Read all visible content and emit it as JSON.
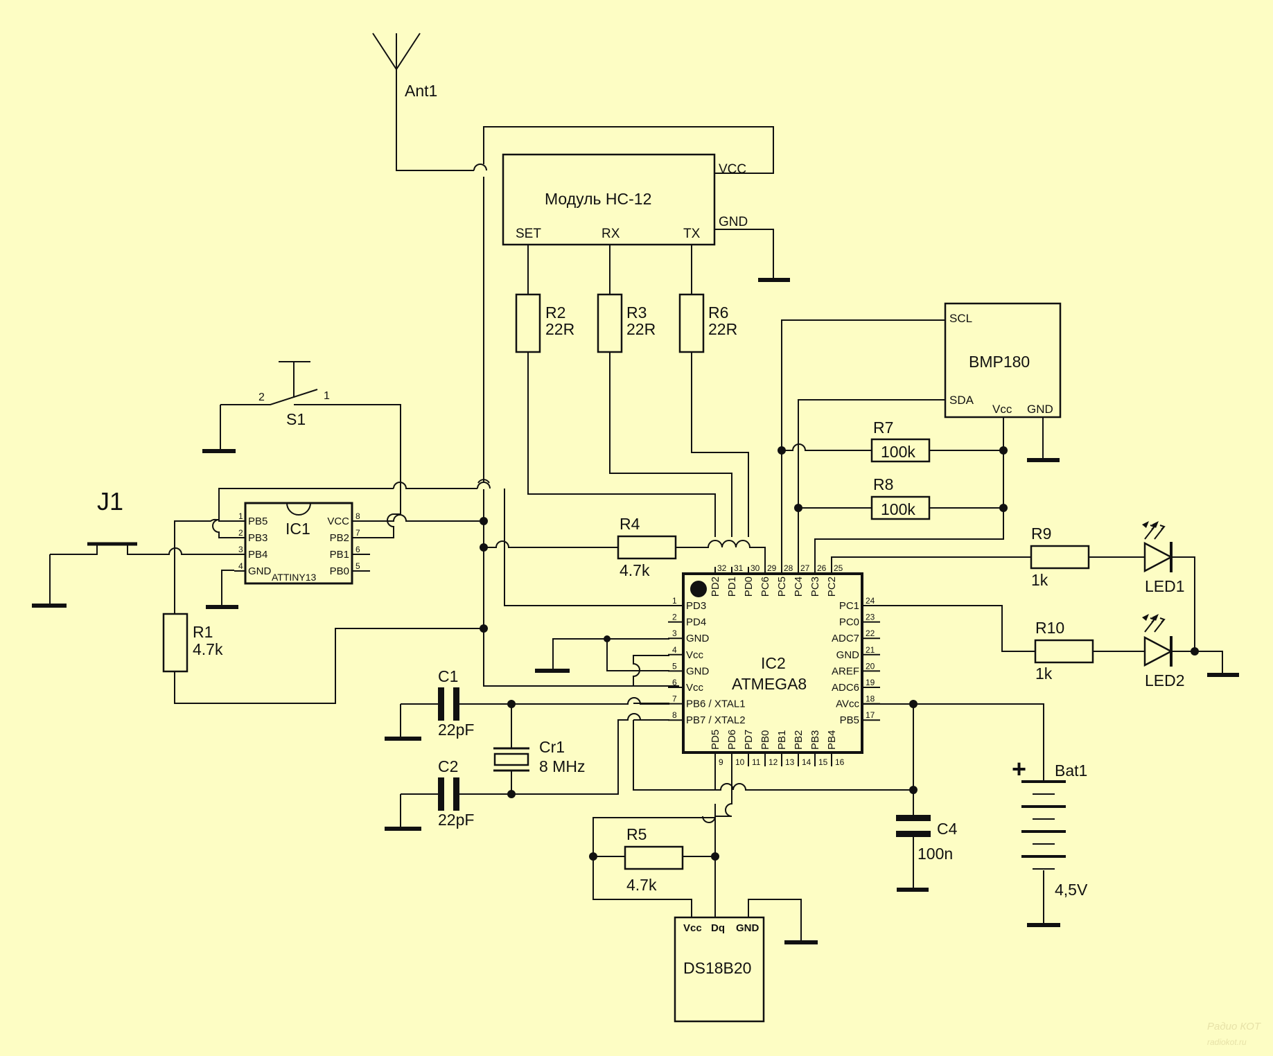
{
  "colors": {
    "background": "#fdfdc4",
    "ink": "#111111"
  },
  "antenna": {
    "ref": "Ant1"
  },
  "hc12": {
    "title": "Модуль HC-12",
    "pins": {
      "vcc": "VCC",
      "gnd": "GND",
      "set": "SET",
      "rx": "RX",
      "tx": "TX"
    }
  },
  "bmp180": {
    "title": "BMP180",
    "pins": {
      "scl": "SCL",
      "sda": "SDA",
      "vcc": "Vcc",
      "gnd": "GND"
    }
  },
  "ic1": {
    "ref": "IC1",
    "part": "ATTINY13",
    "left_pins": [
      {
        "num": "1",
        "name": "PB5"
      },
      {
        "num": "2",
        "name": "PB3"
      },
      {
        "num": "3",
        "name": "PB4"
      },
      {
        "num": "4",
        "name": "GND"
      }
    ],
    "right_pins": [
      {
        "num": "8",
        "name": "VCC"
      },
      {
        "num": "7",
        "name": "PB2"
      },
      {
        "num": "6",
        "name": "PB1"
      },
      {
        "num": "5",
        "name": "PB0"
      }
    ]
  },
  "ic2": {
    "ref": "IC2",
    "part": "ATMEGA8",
    "left_pins": [
      {
        "num": "1",
        "name": "PD3"
      },
      {
        "num": "2",
        "name": "PD4"
      },
      {
        "num": "3",
        "name": "GND"
      },
      {
        "num": "4",
        "name": "Vcc"
      },
      {
        "num": "5",
        "name": "GND"
      },
      {
        "num": "6",
        "name": "Vcc"
      },
      {
        "num": "7",
        "name": "PB6 / XTAL1"
      },
      {
        "num": "8",
        "name": "PB7 / XTAL2"
      }
    ],
    "right_pins": [
      {
        "num": "24",
        "name": "PC1"
      },
      {
        "num": "23",
        "name": "PC0"
      },
      {
        "num": "22",
        "name": "ADC7"
      },
      {
        "num": "21",
        "name": "GND"
      },
      {
        "num": "20",
        "name": "AREF"
      },
      {
        "num": "19",
        "name": "ADC6"
      },
      {
        "num": "18",
        "name": "AVcc"
      },
      {
        "num": "17",
        "name": "PB5"
      }
    ],
    "top_pins": [
      {
        "num": "32",
        "name": "PD2"
      },
      {
        "num": "31",
        "name": "PD1"
      },
      {
        "num": "30",
        "name": "PD0"
      },
      {
        "num": "29",
        "name": "PC6"
      },
      {
        "num": "28",
        "name": "PC5"
      },
      {
        "num": "27",
        "name": "PC4"
      },
      {
        "num": "26",
        "name": "PC3"
      },
      {
        "num": "25",
        "name": "PC2"
      }
    ],
    "bottom_pins": [
      {
        "num": "9",
        "name": "PD5"
      },
      {
        "num": "10",
        "name": "PD6"
      },
      {
        "num": "11",
        "name": "PD7"
      },
      {
        "num": "12",
        "name": "PB0"
      },
      {
        "num": "13",
        "name": "PB1"
      },
      {
        "num": "14",
        "name": "PB2"
      },
      {
        "num": "15",
        "name": "PB3"
      },
      {
        "num": "16",
        "name": "PB4"
      }
    ]
  },
  "ds18b20": {
    "title": "DS18B20",
    "pins": {
      "vcc": "Vcc",
      "dq": "Dq",
      "gnd": "GND"
    }
  },
  "components": {
    "R1": {
      "ref": "R1",
      "value": "4.7k"
    },
    "R2": {
      "ref": "R2",
      "value": "22R"
    },
    "R3": {
      "ref": "R3",
      "value": "22R"
    },
    "R4": {
      "ref": "R4",
      "value": "4.7k"
    },
    "R5": {
      "ref": "R5",
      "value": "4.7k"
    },
    "R6": {
      "ref": "R6",
      "value": "22R"
    },
    "R7": {
      "ref": "R7",
      "value": "100k"
    },
    "R8": {
      "ref": "R8",
      "value": "100k"
    },
    "R9": {
      "ref": "R9",
      "value": "1k"
    },
    "R10": {
      "ref": "R10",
      "value": "1k"
    },
    "C1": {
      "ref": "C1",
      "value": "22pF"
    },
    "C2": {
      "ref": "C2",
      "value": "22pF"
    },
    "C4": {
      "ref": "C4",
      "value": "100n"
    },
    "Cr1": {
      "ref": "Cr1",
      "value": "8 MHz"
    },
    "LED1": {
      "ref": "LED1"
    },
    "LED2": {
      "ref": "LED2"
    },
    "Bat1": {
      "ref": "Bat1",
      "value": "4,5V",
      "polarity": "+"
    },
    "S1": {
      "ref": "S1",
      "pin1": "1",
      "pin2": "2"
    },
    "J1": {
      "ref": "J1"
    }
  },
  "watermark": {
    "line1": "Радио КОТ",
    "line2": "radiokot.ru"
  }
}
